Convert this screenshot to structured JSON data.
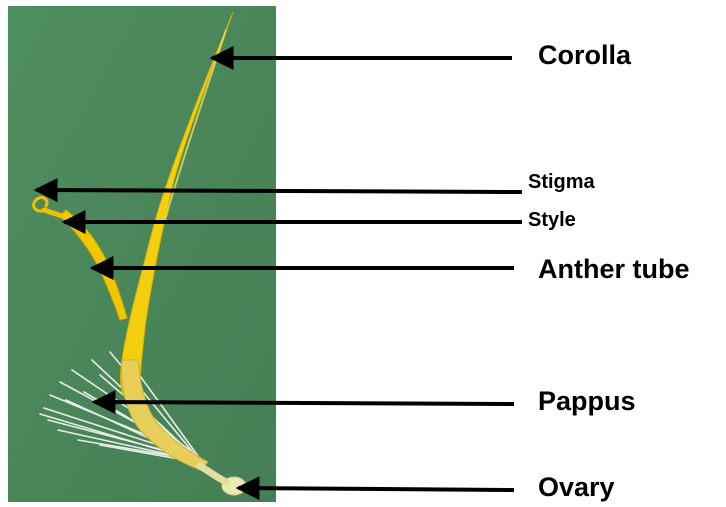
{
  "colors": {
    "background": "#ffffff",
    "photo_background": "#4e8a5c",
    "petal_yellow": "#f5d200",
    "pappus_white": "#e6ece8",
    "arrow": "#000000"
  },
  "labels": {
    "corolla": "Corolla",
    "stigma": "Stigma",
    "style": "Style",
    "anther_tube": "Anther tube",
    "pappus": "Pappus",
    "ovary": "Ovary"
  }
}
